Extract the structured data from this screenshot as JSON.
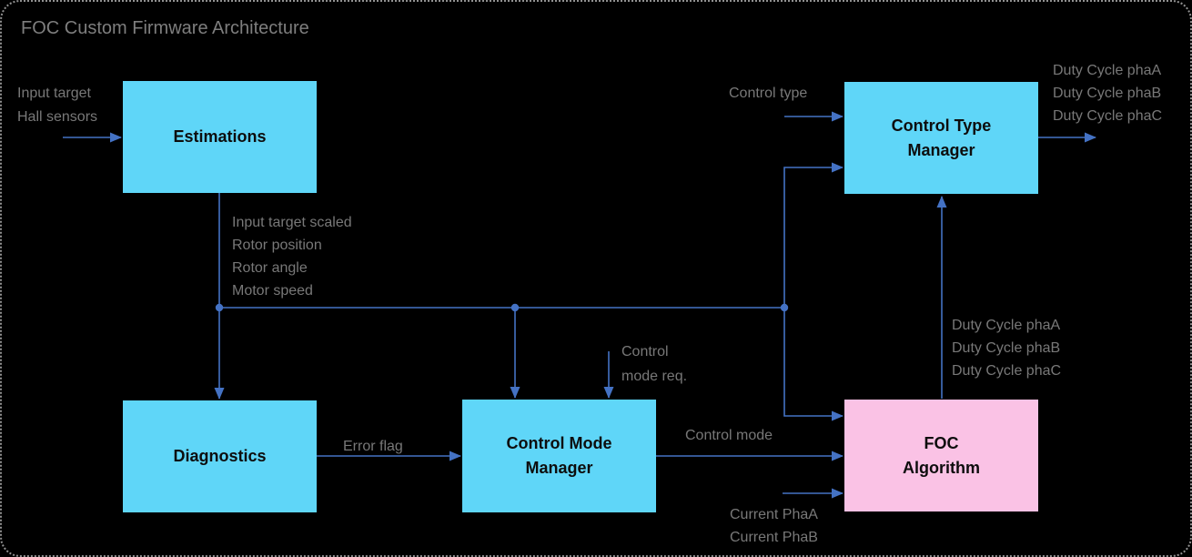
{
  "title": "FOC Custom Firmware Architecture",
  "colors": {
    "background": "#000000",
    "border": "#909090",
    "title_text": "#7e7e7e",
    "label_text": "#787878",
    "box_text": "#0d0d0d",
    "box_cyan": "#5FD6F8",
    "box_pink": "#FAC2E5",
    "wire": "#4472C4"
  },
  "blocks": {
    "estimations": {
      "lines": [
        "Estimations"
      ]
    },
    "diagnostics": {
      "lines": [
        "Diagnostics"
      ]
    },
    "control_mode_manager": {
      "lines": [
        "Control Mode",
        "Manager"
      ]
    },
    "control_type_manager": {
      "lines": [
        "Control Type",
        "Manager"
      ]
    },
    "foc_algorithm": {
      "lines": [
        "FOC",
        "Algorithm"
      ]
    }
  },
  "annotations": {
    "inputs": [
      "Input target",
      "Hall sensors"
    ],
    "estimation_outputs": [
      "Input target scaled",
      "Rotor position",
      "Rotor angle",
      "Motor speed"
    ],
    "control_type": "Control type",
    "duty_cycle_outputs": [
      "Duty Cycle phaA",
      "Duty Cycle phaB",
      "Duty Cycle phaC"
    ],
    "control_mode_request": [
      "Control",
      "mode req."
    ],
    "error_flag": "Error flag",
    "control_mode": "Control mode",
    "duty_cycle_feedback": [
      "Duty Cycle phaA",
      "Duty Cycle phaB",
      "Duty Cycle phaC"
    ],
    "current_inputs": [
      "Current PhaA",
      "Current PhaB"
    ]
  }
}
